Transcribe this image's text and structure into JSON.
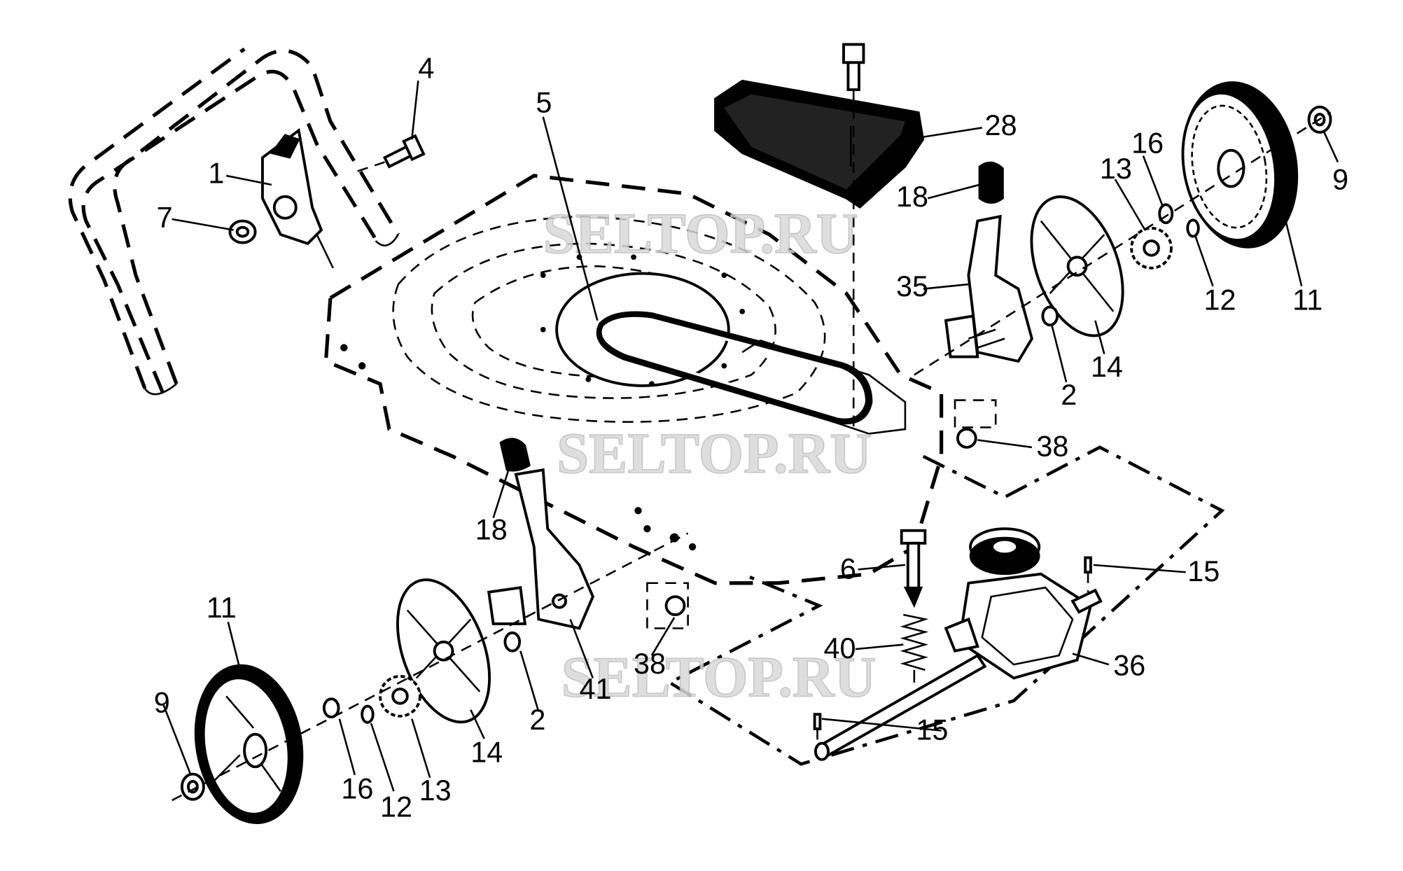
{
  "watermarks": [
    "SELTOP.RU",
    "SELTOP.RU",
    "SELTOP.RU"
  ],
  "callouts": [
    {
      "id": "1",
      "label": "1"
    },
    {
      "id": "4",
      "label": "4"
    },
    {
      "id": "7",
      "label": "7"
    },
    {
      "id": "5",
      "label": "5"
    },
    {
      "id": "28",
      "label": "28"
    },
    {
      "id": "18a",
      "label": "18"
    },
    {
      "id": "35",
      "label": "35"
    },
    {
      "id": "16a",
      "label": "16"
    },
    {
      "id": "13a",
      "label": "13"
    },
    {
      "id": "9a",
      "label": "9"
    },
    {
      "id": "12a",
      "label": "12"
    },
    {
      "id": "11a",
      "label": "11"
    },
    {
      "id": "14a",
      "label": "14"
    },
    {
      "id": "2a",
      "label": "2"
    },
    {
      "id": "38a",
      "label": "38"
    },
    {
      "id": "18b",
      "label": "18"
    },
    {
      "id": "6",
      "label": "6"
    },
    {
      "id": "15a",
      "label": "15"
    },
    {
      "id": "40",
      "label": "40"
    },
    {
      "id": "36",
      "label": "36"
    },
    {
      "id": "38b",
      "label": "38"
    },
    {
      "id": "41",
      "label": "41"
    },
    {
      "id": "11b",
      "label": "11"
    },
    {
      "id": "9b",
      "label": "9"
    },
    {
      "id": "14b",
      "label": "14"
    },
    {
      "id": "2b",
      "label": "2"
    },
    {
      "id": "16b",
      "label": "16"
    },
    {
      "id": "12b",
      "label": "12"
    },
    {
      "id": "13b",
      "label": "13"
    },
    {
      "id": "15b",
      "label": "15"
    }
  ]
}
